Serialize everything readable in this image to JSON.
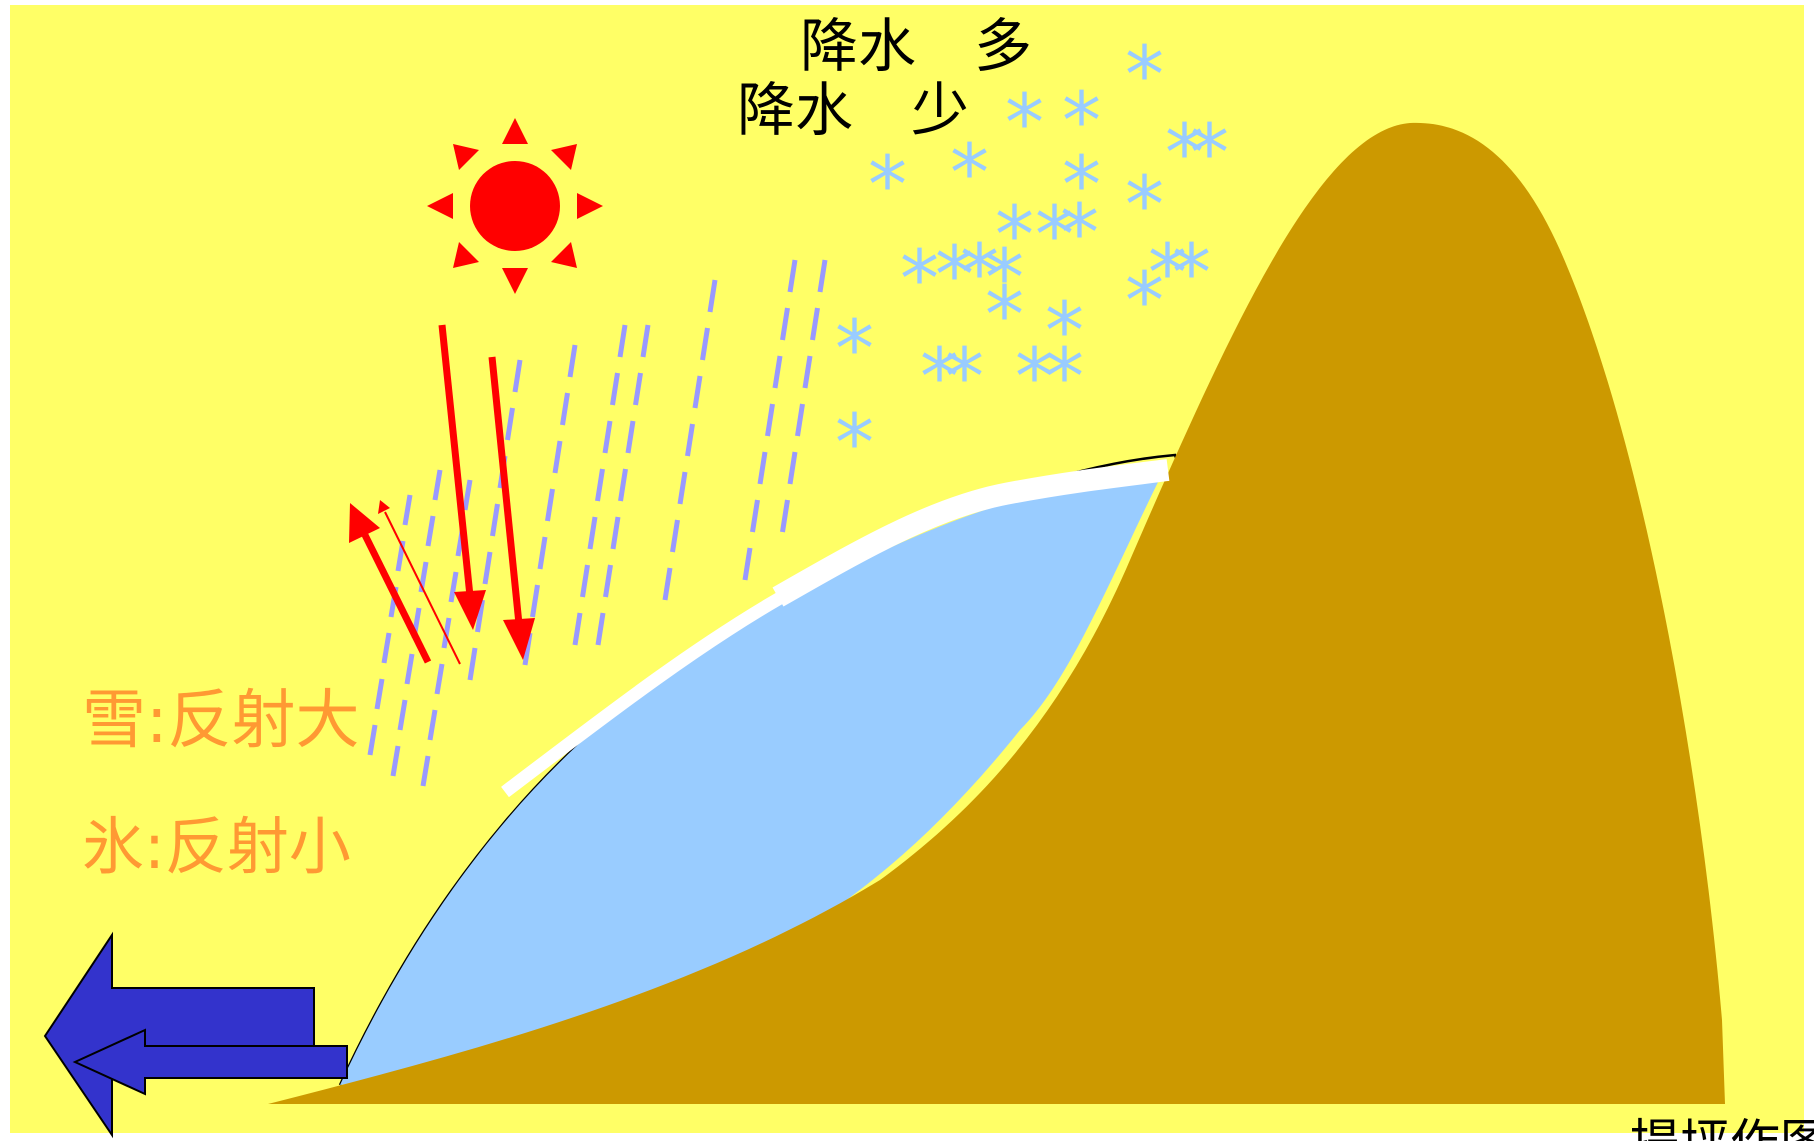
{
  "labels": {
    "precip_more": "降水　多",
    "precip_less": "降水　少",
    "snow_reflect": "雪:反射大",
    "ice_reflect": "氷:反射小",
    "credit": "提坪作图"
  },
  "colors": {
    "background": "#ffff66",
    "mountain": "#cc9900",
    "glacier": "#99ccff",
    "snow_surface": "#ffffff",
    "sun": "#ff0000",
    "radiation_arrows": "#ff0000",
    "rain": "#9999ff",
    "snowflakes": "#99ccff",
    "flow_arrow": "#3333cc",
    "reflect_text": "#ff9933",
    "text": "#000000"
  },
  "icons": {
    "sun": "sun-icon",
    "snowflake": "snowflake-icon",
    "flow": "ice-flow-arrow-icon"
  }
}
